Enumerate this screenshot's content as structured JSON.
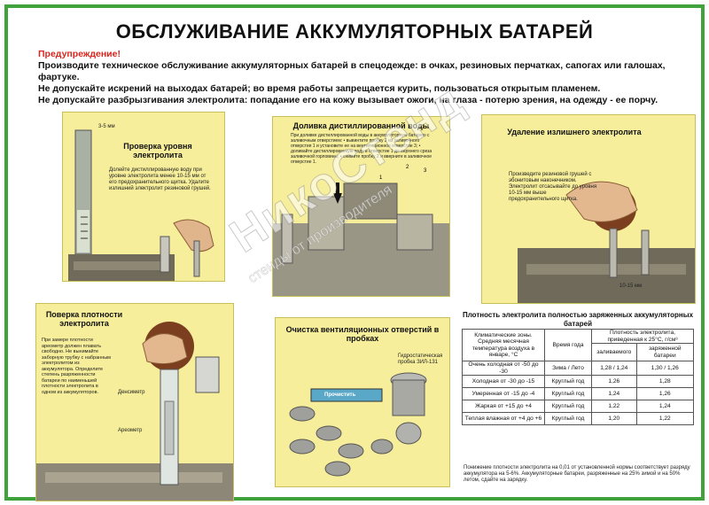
{
  "title": "ОБСЛУЖИВАНИЕ АККУМУЛЯТОРНЫХ БАТАРЕЙ",
  "warning": {
    "head": "Предупреждение!",
    "lines": [
      "Производите техническое обслуживание аккумуляторных батарей в спецодежде: в очках, резиновых перчатках, сапогах или галошах, фартуке.",
      "Не допускайте искрений на выходах батарей; во время работы запрещается курить, пользоваться открытым пламенем.",
      "Не допускайте разбрызгивания электролита: попадание его на кожу вызывает ожоги, на глаза - потерю зрения, на одежду - ее порчу."
    ]
  },
  "panels": {
    "level": {
      "title": "Проверка уровня электролита",
      "text": "Долейте дистиллированную воду при уровне электролита менее 10-15 мм от его предохранительного щитка. Удалите излишний электролит резиновой грушей.",
      "dim": "3-5 мм"
    },
    "topup": {
      "title": "Доливка дистиллированной воды",
      "text": "При доливке дистиллированной воды в аккумуляторную батарею с заливочным отверстием: • вывинтите пробку 2 из заливочного отверстия 1 и установите ее на вентиляционное отверстие 3; • доливайте дистиллированную воду в отверстие 1 до верхнего среза заливочной горловины; • снимите пробку 2 и вверните в заливочное отверстие 1.",
      "labels": [
        "1",
        "2",
        "3"
      ]
    },
    "remove": {
      "title": "Удаление излишнего электролита",
      "text": "Произведите резиновой грушей с эбонитовым наконечником. Электролит отсасывайте до уровня 10-15 мм выше предохранительного щитка.",
      "dim": "10-15 мм"
    },
    "density": {
      "title": "Поверка плотности электролита",
      "text": "При замере плотности ареометр должен плавать свободно. Не вынимайте заборную трубку с набранным электролитом из аккумулятора. Определите степень разряженности батареи по наименьшей плотности электролита в одном из аккумуляторов.",
      "label1": "Денсиметр",
      "label2": "Ареометр"
    },
    "vent": {
      "title": "Очистка вентиляционных отверстий в пробках",
      "text": "Гидростатическая пробка ЗИЛ-131",
      "tag": "Прочистить"
    }
  },
  "table": {
    "title": "Плотность электролита полностью заряженных аккумуляторных батарей",
    "head_zone": "Климатические зоны. Средняя месячная температура воздуха в январе, °С",
    "head_season": "Время года",
    "head_density": "Плотность электролита, приведенная к 25°С, г/см³",
    "head_fill": "заливаемого",
    "head_charged": "заряженной батареи",
    "rows": [
      {
        "zone": "Очень холодная от -50 до -30",
        "season": "Зима / Лето",
        "fill": "1,28 / 1,24",
        "charged": "1,30 / 1,26"
      },
      {
        "zone": "Холодная от -30 до -15",
        "season": "Круглый год",
        "fill": "1,26",
        "charged": "1,28"
      },
      {
        "zone": "Умеренная от -15 до -4",
        "season": "Круглый год",
        "fill": "1,24",
        "charged": "1,26"
      },
      {
        "zone": "Жаркая от +15 до +4",
        "season": "Круглый год",
        "fill": "1,22",
        "charged": "1,24"
      },
      {
        "zone": "Теплая влажная от +4 до +6",
        "season": "Круглый год",
        "fill": "1,20",
        "charged": "1,22"
      }
    ],
    "note": "Понижение плотности электролита на 0,01 от установленной нормы соответствует разряду аккумулятора на 5-6%. Аккумуляторные батареи, разряженные на 25% зимой и на 50% летом, сдайте на зарядку."
  },
  "watermark": {
    "main": "НикоСтенд",
    "sub": "стенды от производителя"
  }
}
